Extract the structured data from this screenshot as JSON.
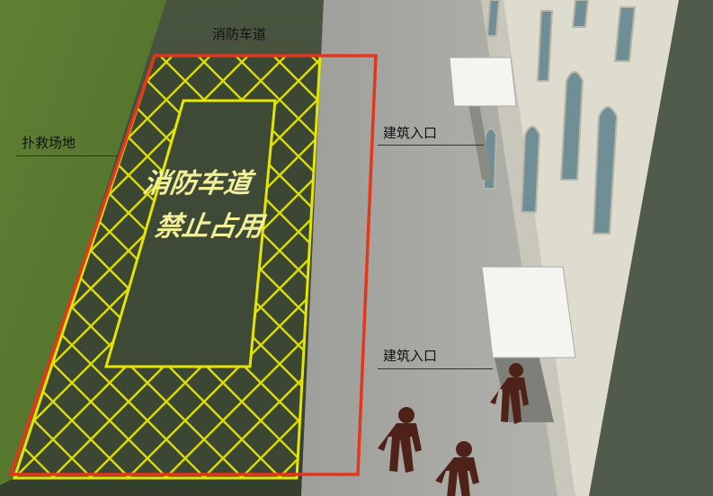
{
  "labels": {
    "fire_lane_top": "消防车道",
    "rescue_site": "扑救场地",
    "entrance_upper": "建筑入口",
    "entrance_lower": "建筑入口"
  },
  "ground_marking": {
    "line1": "消防车道",
    "line2": "禁止占用"
  },
  "colors": {
    "grass": "#5c7a32",
    "road": "#3e4a35",
    "pavement": "#a5a5a1",
    "marking_yellow": "#e4e600",
    "boundary_red": "#e4361c",
    "building_wall": "#dedbcf",
    "window": "#6f8e95",
    "silhouette": "#4e2218"
  }
}
